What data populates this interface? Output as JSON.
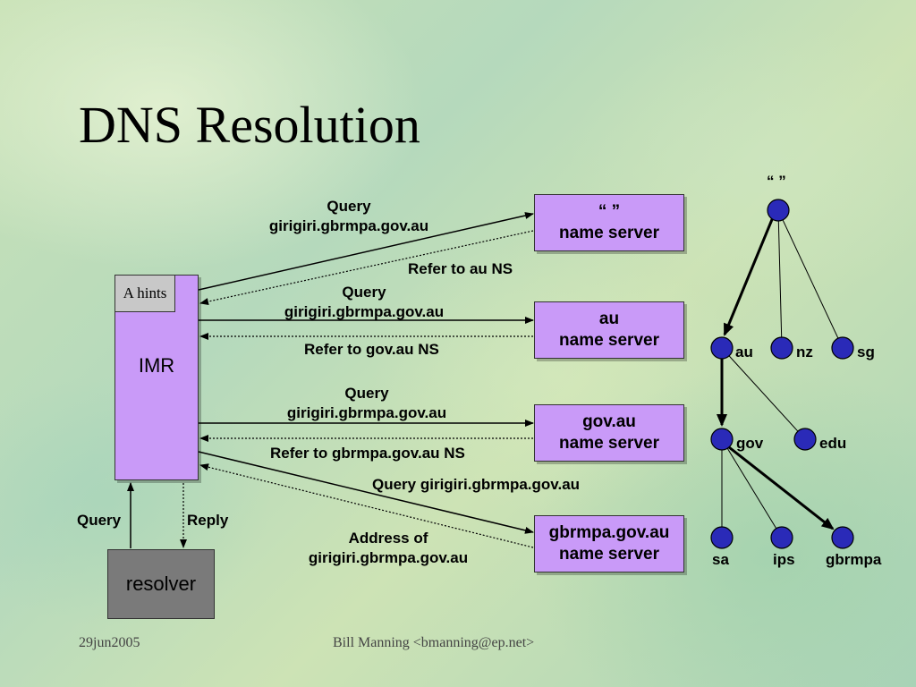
{
  "slide": {
    "title": "DNS Resolution",
    "footer_left": "29jun2005",
    "footer_center": "Bill Manning <bmanning@ep.net>"
  },
  "imr": {
    "label": "IMR",
    "hints_label": "A hints"
  },
  "resolver": {
    "label": "resolver",
    "query_label": "Query",
    "reply_label": "Reply"
  },
  "servers": [
    {
      "line1": "“ ”",
      "line2": "name server"
    },
    {
      "line1": "au",
      "line2": "name server"
    },
    {
      "line1": "gov.au",
      "line2": "name server"
    },
    {
      "line1": "gbrmpa.gov.au",
      "line2": "name server"
    }
  ],
  "messages": {
    "q1_line1": "Query",
    "q1_line2": "girigiri.gbrmpa.gov.au",
    "r1": "Refer to au NS",
    "q2_line1": "Query",
    "q2_line2": "girigiri.gbrmpa.gov.au",
    "r2": "Refer to gov.au NS",
    "q3_line1": "Query",
    "q3_line2": "girigiri.gbrmpa.gov.au",
    "r3": "Refer to gbrmpa.gov.au NS",
    "q4": "Query girigiri.gbrmpa.gov.au",
    "r4_line1": "Address of",
    "r4_line2": "girigiri.gbrmpa.gov.au"
  },
  "tree": {
    "root": "“ ”",
    "au": "au",
    "nz": "nz",
    "sg": "sg",
    "gov": "gov",
    "edu": "edu",
    "sa": "sa",
    "ips": "ips",
    "gbrmpa": "gbrmpa"
  },
  "colors": {
    "server_fill": "#c99af8",
    "node_fill": "#2a2ab8",
    "resolver_fill": "#7a7a7a",
    "hints_fill": "#c8c8c8"
  }
}
